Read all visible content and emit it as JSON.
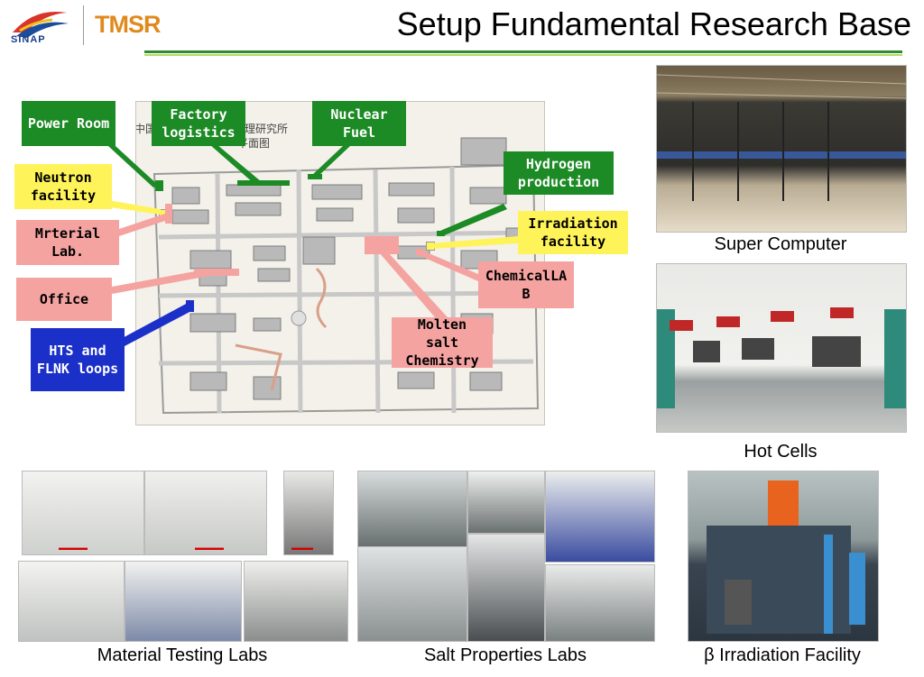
{
  "header": {
    "title": "Setup Fundamental Research Base",
    "logo_left_text": "SINAP",
    "logo_right_text": "TMSR"
  },
  "map": {
    "labels": {
      "power_room": "Power Room",
      "factory_logistics": "Factory\nlogistics",
      "nuclear_fuel": "Nuclear\nFuel",
      "hydrogen_production": "Hydrogen\nproduction",
      "neutron_facility": "Neutron\nfacility",
      "material_lab": "Mrterial\nLab.",
      "irradiation_facility": "Irradiation\nfacility",
      "chemical_lab": "ChemicalLA\nB",
      "office": "Office",
      "molten_salt_chemistry": "Molten\nsalt\nChemistry",
      "hts_flnk": "HTS and\nFLNK loops"
    },
    "map_title_fragments": [
      "中国",
      "物理研究所",
      "平面图"
    ]
  },
  "captions": {
    "super_computer": "Super Computer",
    "hot_cells": "Hot Cells",
    "material_testing": "Material Testing Labs",
    "salt_properties": "Salt Properties Labs",
    "beta_irradiation": "β Irradiation Facility"
  },
  "colors": {
    "green": "#1c8a25",
    "yellow": "#fff35a",
    "pink": "#f4a3a1",
    "blue": "#1a30c8"
  }
}
